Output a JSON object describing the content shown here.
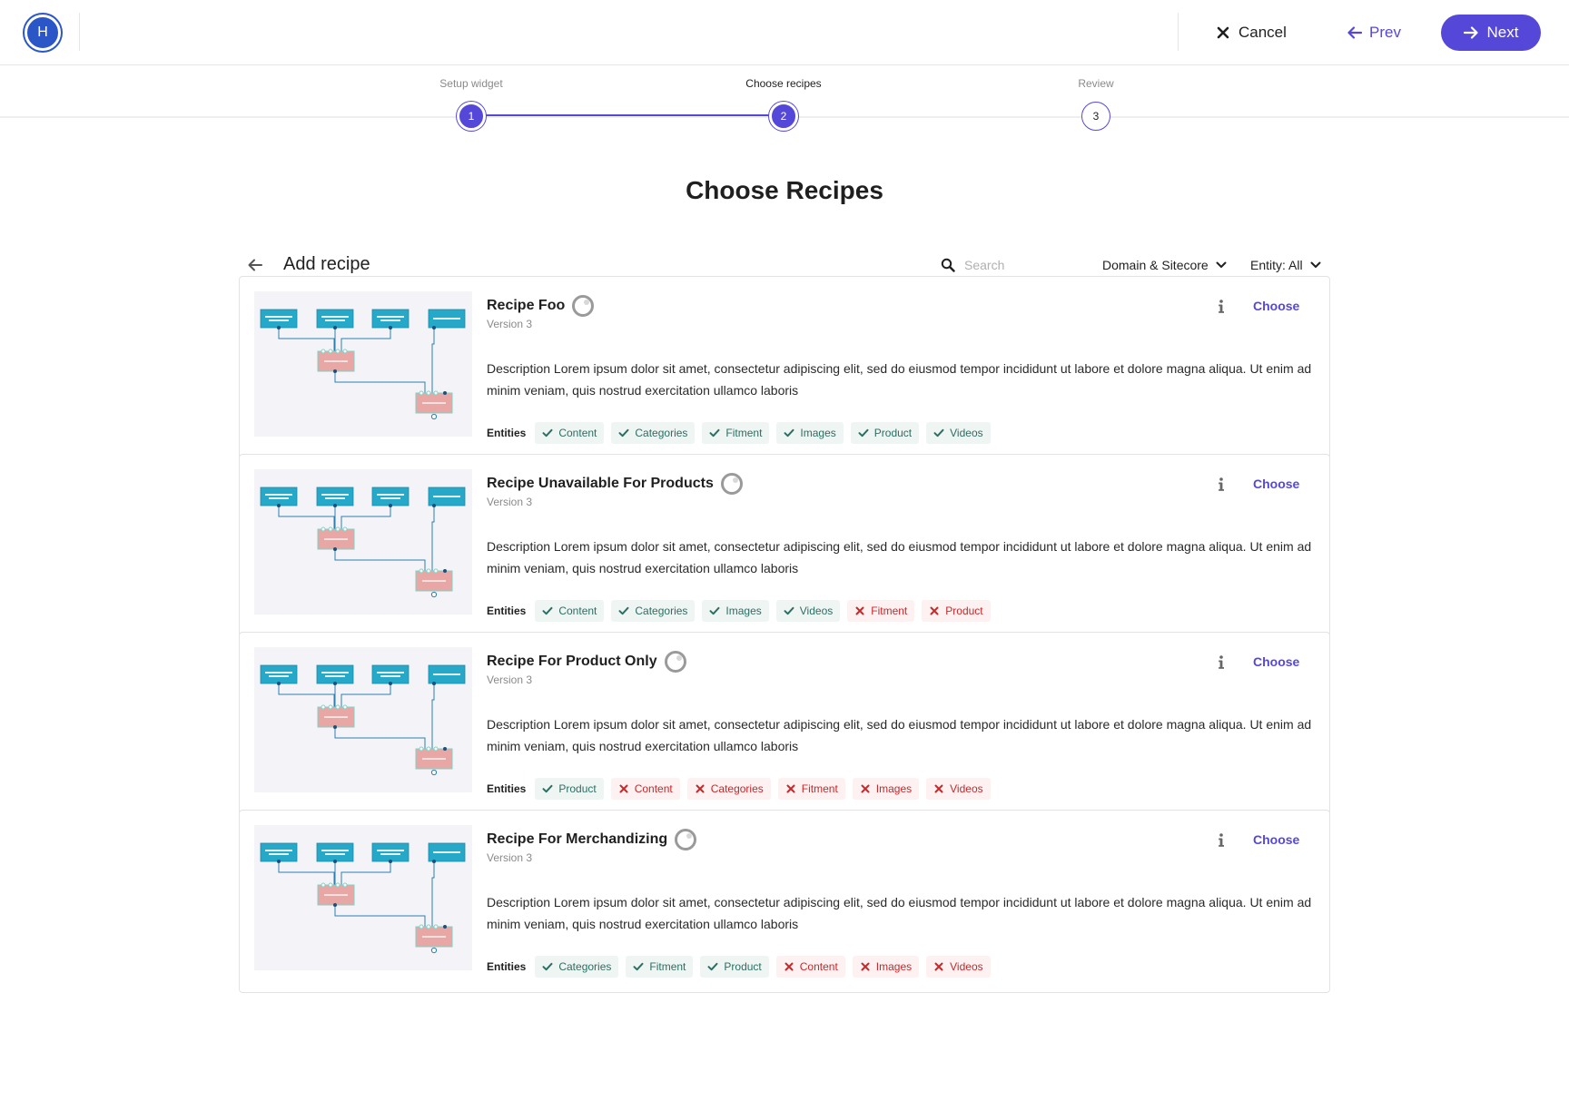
{
  "header": {
    "logo_letter": "H",
    "cancel_label": "Cancel",
    "prev_label": "Prev",
    "next_label": "Next"
  },
  "stepper": {
    "steps": [
      {
        "label": "Setup widget",
        "number": "1",
        "state": "done"
      },
      {
        "label": "Choose recipes",
        "number": "2",
        "state": "current"
      },
      {
        "label": "Review",
        "number": "3",
        "state": "todo"
      }
    ]
  },
  "page_title": "Choose Recipes",
  "toolbar": {
    "section_title": "Add recipe",
    "search_placeholder": "Search",
    "domain_filter": "Domain & Sitecore",
    "entity_filter": "Entity: All"
  },
  "recipes": [
    {
      "title": "Recipe Foo",
      "version": "Version 3",
      "choose_label": "Choose",
      "description": "Description Lorem ipsum dolor sit amet, consectetur adipiscing elit, sed do eiusmod tempor incididunt ut labore et dolore magna aliqua. Ut enim ad minim veniam, quis nostrud exercitation ullamco laboris",
      "entities_label": "Entities",
      "entities": [
        {
          "name": "Content",
          "available": true
        },
        {
          "name": "Categories",
          "available": true
        },
        {
          "name": "Fitment",
          "available": true
        },
        {
          "name": "Images",
          "available": true
        },
        {
          "name": "Product",
          "available": true
        },
        {
          "name": "Videos",
          "available": true
        }
      ]
    },
    {
      "title": "Recipe Unavailable For Products",
      "version": "Version 3",
      "choose_label": "Choose",
      "description": "Description Lorem ipsum dolor sit amet, consectetur adipiscing elit, sed do eiusmod tempor incididunt ut labore et dolore magna aliqua. Ut enim ad minim veniam, quis nostrud exercitation ullamco laboris",
      "entities_label": "Entities",
      "entities": [
        {
          "name": "Content",
          "available": true
        },
        {
          "name": "Categories",
          "available": true
        },
        {
          "name": "Images",
          "available": true
        },
        {
          "name": "Videos",
          "available": true
        },
        {
          "name": "Fitment",
          "available": false
        },
        {
          "name": "Product",
          "available": false
        }
      ]
    },
    {
      "title": "Recipe For Product Only",
      "version": "Version 3",
      "choose_label": "Choose",
      "description": "Description Lorem ipsum dolor sit amet, consectetur adipiscing elit, sed do eiusmod tempor incididunt ut labore et dolore magna aliqua. Ut enim ad minim veniam, quis nostrud exercitation ullamco laboris",
      "entities_label": "Entities",
      "entities": [
        {
          "name": "Product",
          "available": true
        },
        {
          "name": "Content",
          "available": false
        },
        {
          "name": "Categories",
          "available": false
        },
        {
          "name": "Fitment",
          "available": false
        },
        {
          "name": "Images",
          "available": false
        },
        {
          "name": "Videos",
          "available": false
        }
      ]
    },
    {
      "title": "Recipe For Merchandizing",
      "version": "Version 3",
      "choose_label": "Choose",
      "description": "Description Lorem ipsum dolor sit amet, consectetur adipiscing elit, sed do eiusmod tempor incididunt ut labore et dolore magna aliqua. Ut enim ad minim veniam, quis nostrud exercitation ullamco laboris",
      "entities_label": "Entities",
      "entities": [
        {
          "name": "Categories",
          "available": true
        },
        {
          "name": "Fitment",
          "available": true
        },
        {
          "name": "Product",
          "available": true
        },
        {
          "name": "Content",
          "available": false
        },
        {
          "name": "Images",
          "available": false
        },
        {
          "name": "Videos",
          "available": false
        }
      ]
    }
  ],
  "colors": {
    "accent": "#5548d9",
    "available_text": "#2d6e63",
    "available_bg": "#eef5f3",
    "unavailable_text": "#c6292b",
    "unavailable_bg": "#fdf1f1",
    "thumb_node": "#26a9c9",
    "thumb_merge": "#e8a7a4"
  }
}
